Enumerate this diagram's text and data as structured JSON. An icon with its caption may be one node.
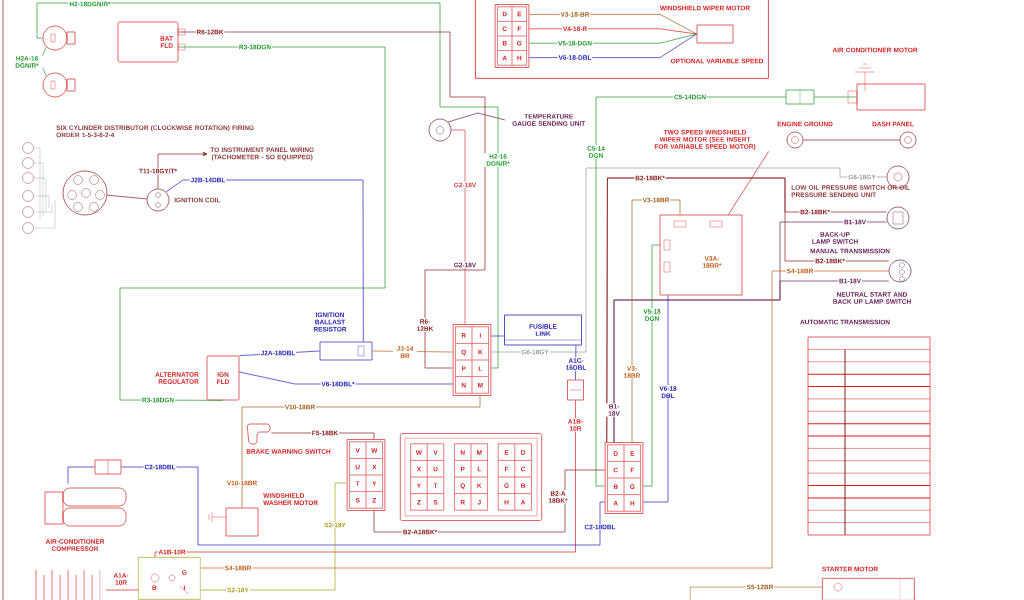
{
  "diagram": {
    "nodes": [
      {
        "text": [],
        "shape": "circle"
      },
      {
        "text": [],
        "shape": "circle"
      },
      {
        "text": [
          "BAT",
          "FLD"
        ]
      },
      {
        "text": [],
        "shape": "circle",
        "beside": [
          "SIX CYLINDER DISTRIBUTOR (CLOCKWISE ROTATION) FIRING ORDER 1-5-3-6-2-4"
        ]
      },
      {
        "text": [],
        "shape": "circle",
        "beside": [
          "IGNITION COIL"
        ]
      },
      {
        "text": [
          "TO INSTRUMENT PANEL WIRING (TACHOMETER - SO EQUIPPED)"
        ]
      },
      {
        "text": [
          "WINDSHIELD WIPER MOTOR",
          "OPTIONAL VARIABLE SPEED"
        ]
      },
      {
        "text": [
          "D",
          "E",
          "C",
          "F",
          "B",
          "G",
          "A",
          "H"
        ],
        "in": 6
      },
      {
        "text": [],
        "shape": "box",
        "in": 6
      },
      {
        "text": [
          "TEMPERATURE GAUGE SENDING UNIT"
        ]
      },
      {
        "text": [],
        "shape": "circle"
      },
      {
        "text": [
          "AIR CONDITIONER MOTOR"
        ]
      },
      {
        "text": [],
        "shape": "box"
      },
      {
        "text": [
          "ENGINE GROUND"
        ]
      },
      {
        "text": [
          "DASH PANEL"
        ]
      },
      {
        "text": [
          "TWO SPEED WINDSHIELD WIPER MOTOR (SEE INSERT FOR VARIABLE SPEED MOTOR)"
        ]
      },
      {
        "text": [],
        "shape": "box"
      },
      {
        "text": [],
        "shape": "circle",
        "beside": [
          "LOW OIL PRESSURE SWITCH OR OIL PRESSURE SENDING UNIT"
        ]
      },
      {
        "text": [],
        "shape": "circle",
        "beside": [
          "BACK-UP LAMP SWITCH",
          "MANUAL TRANSMISSION"
        ]
      },
      {
        "text": [],
        "shape": "circle",
        "beside": [
          "NEUTRAL START AND BACK UP LAMP SWITCH",
          "AUTOMATIC TRANSMISSION"
        ]
      },
      {
        "text": [
          "IGNITION BALLAST RESISTOR"
        ]
      },
      {
        "text": [
          "R",
          "I",
          "Q",
          "K",
          "P",
          "L",
          "N",
          "M"
        ]
      },
      {
        "text": [
          "FUSIBLE LINK"
        ]
      },
      {
        "text": [],
        "shape": "box"
      },
      {
        "text": [
          "D",
          "E",
          "C",
          "F",
          "B",
          "G",
          "A",
          "H"
        ]
      },
      {
        "text": [
          "IGN",
          "FLD"
        ],
        "beside": [
          "ALTERNATOR REGULATOR"
        ]
      },
      {
        "text": [],
        "shape": "picture",
        "beside": [
          "BRAKE WARNING SWITCH"
        ]
      },
      {
        "text": [],
        "shape": "box",
        "beside": [
          "WINDSHIELD WASHER MOTOR"
        ]
      },
      {
        "text": [],
        "shape": "picture",
        "beside": [
          "AIR-CONDITIONER COMPRESSOR"
        ]
      },
      {
        "text": [],
        "shape": "box"
      },
      {
        "text": [
          "V",
          "W",
          "U",
          "X",
          "T",
          "Y",
          "S",
          "Z"
        ]
      },
      {
        "text": [
          "W",
          "V",
          "X",
          "U",
          "Y",
          "T",
          "Z",
          "S",
          "N",
          "M",
          "P",
          "L",
          "Q",
          "K",
          "R",
          "J",
          "E",
          "D",
          "F",
          "C",
          "G",
          "B",
          "H",
          "A"
        ]
      },
      {
        "text": [
          "G",
          "B",
          "I"
        ]
      },
      {
        "text": [],
        "shape": "picture"
      },
      {
        "text": [
          "STARTER MOTOR"
        ]
      }
    ],
    "edges": [
      {
        "from": 0,
        "to": 21,
        "arrow": "none",
        "label": "H2-18DGN/R*",
        "color": "#1f9a2a"
      },
      {
        "from": 1,
        "to": 0,
        "arrow": "none",
        "label": "H2A-16 DGN/R*",
        "color": "#1f9a2a"
      },
      {
        "from": 2,
        "to": 21,
        "arrow": "none",
        "label": "R6-12BK",
        "color": "#8b1c1c"
      },
      {
        "from": 2,
        "to": 25,
        "arrow": "none",
        "label": "R3-18DGN",
        "color": "#1f9a2a"
      },
      {
        "from": 3,
        "to": 4,
        "arrow": "none",
        "color": "#8b1c1c"
      },
      {
        "from": 4,
        "to": 5,
        "arrow": "to",
        "label": "T11-18GY/T*",
        "color": "#8b1c1c"
      },
      {
        "from": 4,
        "to": 20,
        "arrow": "none",
        "label": "J2B-14DBL",
        "color": "#2323b8"
      },
      {
        "from": 7,
        "to": 8,
        "arrow": "none",
        "label": "V3-18-BR",
        "color": "#a0601a"
      },
      {
        "from": 7,
        "to": 8,
        "arrow": "none",
        "label": "V4-18-R",
        "color": "#d42020"
      },
      {
        "from": 7,
        "to": 8,
        "arrow": "none",
        "label": "V5-18-DGN",
        "color": "#1f9a2a"
      },
      {
        "from": 7,
        "to": 8,
        "arrow": "none",
        "label": "V6-18-DBL",
        "color": "#2323b8"
      },
      {
        "from": 9,
        "to": 10,
        "arrow": "none",
        "color": "#6a1f5a"
      },
      {
        "from": 10,
        "to": 21,
        "arrow": "none",
        "label": "G2-18V",
        "color": "#d04040"
      },
      {
        "from": 12,
        "to": 11,
        "arrow": "none",
        "color": "#1f9a2a"
      },
      {
        "from": 24,
        "to": 12,
        "arrow": "none",
        "label": "C5-14DGN",
        "color": "#1f9a2a"
      },
      {
        "from": 13,
        "to": 14,
        "arrow": "none",
        "color": "#8b1c1c"
      },
      {
        "from": 15,
        "to": 16,
        "arrow": "none",
        "color": "#d42020"
      },
      {
        "from": 21,
        "to": 17,
        "arrow": "none",
        "label": "G6-18GY",
        "color": "#9a9a9a"
      },
      {
        "from": 24,
        "to": 18,
        "arrow": "none",
        "label": "B2-18BK*",
        "color": "#8b1c1c"
      },
      {
        "from": 24,
        "to": 19,
        "arrow": "none",
        "label": "B2-18BK*",
        "color": "#8b1c1c"
      },
      {
        "from": 24,
        "to": 18,
        "arrow": "none",
        "label": "B1-18V",
        "color": "#6a1f5a"
      },
      {
        "from": 24,
        "to": 19,
        "arrow": "none",
        "label": "B1-18V",
        "color": "#6a1f5a"
      },
      {
        "from": 24,
        "to": 16,
        "arrow": "none",
        "label": "V3-18BR",
        "color": "#a0601a"
      },
      {
        "from": 24,
        "to": 16,
        "arrow": "none",
        "label": "V5-18 DGN",
        "color": "#1f9a2a"
      },
      {
        "from": 24,
        "to": 16,
        "arrow": "none",
        "label": "V6-18 DBL",
        "color": "#2323b8"
      },
      {
        "from": 25,
        "to": 20,
        "arrow": "none",
        "label": "J2A-18DBL",
        "color": "#2323b8"
      },
      {
        "from": 25,
        "to": 21,
        "arrow": "none",
        "label": "V6-18DBL*",
        "color": "#2323b8"
      },
      {
        "from": 20,
        "to": 21,
        "arrow": "none",
        "label": "J3-14 BR",
        "color": "#c0601a"
      },
      {
        "from": 22,
        "to": 21,
        "arrow": "none",
        "color": "#2323b8"
      },
      {
        "from": 22,
        "to": 23,
        "arrow": "none",
        "label": "A1C-16DBL",
        "color": "#2323b8"
      },
      {
        "from": 23,
        "to": 32,
        "arrow": "none",
        "label": "A1B-10R",
        "color": "#d42020"
      },
      {
        "from": 21,
        "to": 27,
        "arrow": "none",
        "label": "V10-18BR",
        "color": "#a0601a"
      },
      {
        "from": 26,
        "to": 30,
        "arrow": "none",
        "label": "F5-18BK",
        "color": "#8b1c1c"
      },
      {
        "from": 30,
        "to": 24,
        "arrow": "none",
        "label": "B2-A18BK*",
        "color": "#8b1c1c"
      },
      {
        "from": 29,
        "to": 24,
        "arrow": "none",
        "label": "C2-18DBL",
        "color": "#2323b8"
      },
      {
        "from": 28,
        "to": 29,
        "arrow": "none",
        "color": "#2323b8"
      },
      {
        "from": 32,
        "to": 30,
        "arrow": "none",
        "label": "S2-18Y",
        "color": "#a8a020"
      },
      {
        "from": 32,
        "to": 19,
        "arrow": "none",
        "label": "S4-18BR",
        "color": "#c0601a"
      },
      {
        "from": 33,
        "to": 32,
        "arrow": "none",
        "label": "A1A-10R",
        "color": "#d42020"
      },
      {
        "from": null,
        "to": 34,
        "arrow": "none",
        "label": "S5-12BR",
        "color": "#a0601a"
      }
    ],
    "labels": [
      "H2-16 DGN/R*",
      "R6-12BK",
      "R3-18DGN",
      "G2-18V",
      "C5-14 DGN",
      "B2-18BK*",
      "G6-18GY",
      "V3A-18BR*",
      "V3-18BR",
      "B1-18V",
      "A1B-10R",
      "V10-18BR",
      "B2-A 18BK*",
      "C2-18DBL",
      "S2-18Y",
      "S4-18BR"
    ]
  }
}
